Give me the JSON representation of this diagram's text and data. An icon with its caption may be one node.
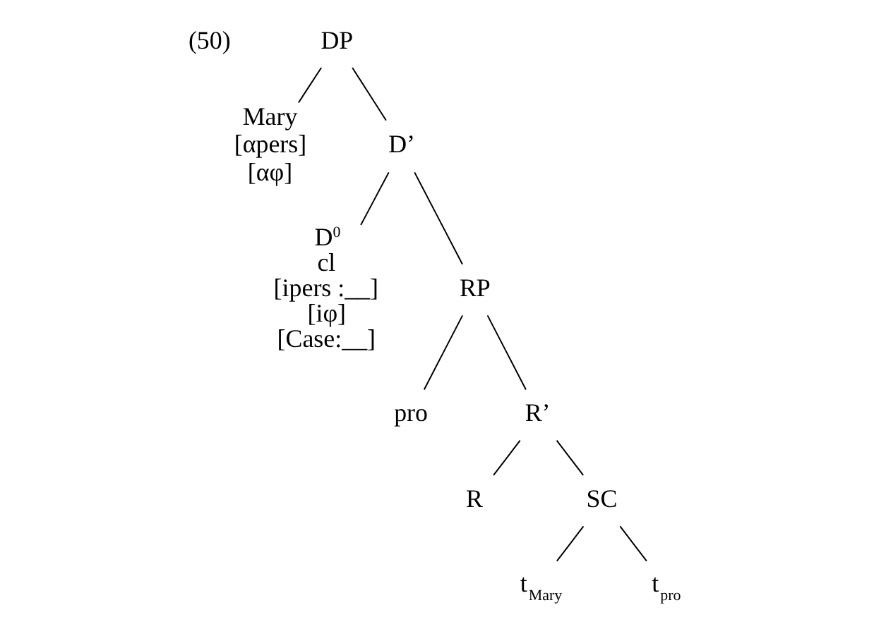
{
  "diagram": {
    "nodes": [
      {
        "text": [
          "DP"
        ]
      },
      {
        "text": [
          "Mary",
          "[αpers]",
          "[αφ]"
        ]
      },
      {
        "text": [
          "D’"
        ]
      },
      {
        "text": [
          "D$^{0}$",
          "cl",
          "[ipers :__]",
          "[iφ]",
          "[Case:__]"
        ]
      },
      {
        "text": [
          "RP"
        ]
      },
      {
        "text": [
          "pro"
        ]
      },
      {
        "text": [
          "R’"
        ]
      },
      {
        "text": [
          "R"
        ]
      },
      {
        "text": [
          "SC"
        ]
      },
      {
        "text": [
          "t$_{Mary}$"
        ]
      },
      {
        "text": [
          "t$_{pro}$"
        ]
      }
    ],
    "edges": [
      {
        "from": 0,
        "to": 1,
        "arrow": "none"
      },
      {
        "from": 0,
        "to": 2,
        "arrow": "none"
      },
      {
        "from": 2,
        "to": 3,
        "arrow": "none"
      },
      {
        "from": 2,
        "to": 4,
        "arrow": "none"
      },
      {
        "from": 4,
        "to": 5,
        "arrow": "none"
      },
      {
        "from": 4,
        "to": 6,
        "arrow": "none"
      },
      {
        "from": 6,
        "to": 7,
        "arrow": "none"
      },
      {
        "from": 6,
        "to": 8,
        "arrow": "none"
      },
      {
        "from": 8,
        "to": 9,
        "arrow": "none"
      },
      {
        "from": 8,
        "to": 10,
        "arrow": "none"
      }
    ],
    "labels": [
      "(50)"
    ]
  }
}
